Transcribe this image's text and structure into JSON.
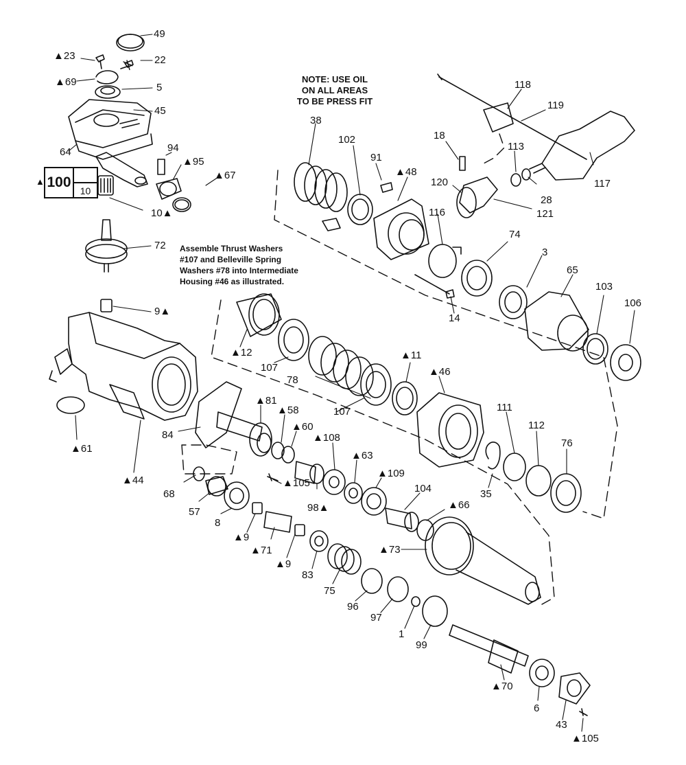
{
  "note": [
    "NOTE: USE OIL",
    "ON ALL AREAS",
    "TO BE PRESS FIT"
  ],
  "instruction": [
    "Assemble Thrust Washers",
    "#107 and Belleville Spring",
    "Washers #78 into Intermediate",
    "Housing #46 as illustrated."
  ],
  "kit": {
    "main": "100",
    "sub": "10",
    "marker": "▲"
  },
  "parts": [
    {
      "key": "49",
      "text": "49"
    },
    {
      "key": "23",
      "text": "▲23"
    },
    {
      "key": "22",
      "text": "22"
    },
    {
      "key": "69",
      "text": "▲69"
    },
    {
      "key": "5",
      "text": "5"
    },
    {
      "key": "45",
      "text": "45"
    },
    {
      "key": "64",
      "text": "64"
    },
    {
      "key": "94",
      "text": "94"
    },
    {
      "key": "95",
      "text": "▲95"
    },
    {
      "key": "67",
      "text": "▲67"
    },
    {
      "key": "10",
      "text": "10▲"
    },
    {
      "key": "72",
      "text": "72"
    },
    {
      "key": "9a",
      "text": "9▲"
    },
    {
      "key": "61",
      "text": "▲61"
    },
    {
      "key": "44",
      "text": "▲44"
    },
    {
      "key": "38",
      "text": "38"
    },
    {
      "key": "102",
      "text": "102"
    },
    {
      "key": "91",
      "text": "91"
    },
    {
      "key": "48",
      "text": "▲48"
    },
    {
      "key": "18",
      "text": "18"
    },
    {
      "key": "118",
      "text": "118"
    },
    {
      "key": "119",
      "text": "119"
    },
    {
      "key": "113",
      "text": "113"
    },
    {
      "key": "117",
      "text": "117"
    },
    {
      "key": "28",
      "text": "28"
    },
    {
      "key": "120",
      "text": "120"
    },
    {
      "key": "121",
      "text": "121"
    },
    {
      "key": "116",
      "text": "116"
    },
    {
      "key": "74",
      "text": "74"
    },
    {
      "key": "3",
      "text": "3"
    },
    {
      "key": "65",
      "text": "65"
    },
    {
      "key": "103",
      "text": "103"
    },
    {
      "key": "106",
      "text": "106"
    },
    {
      "key": "14",
      "text": "14"
    },
    {
      "key": "12",
      "text": "▲12"
    },
    {
      "key": "107a",
      "text": "107"
    },
    {
      "key": "78",
      "text": "78"
    },
    {
      "key": "107b",
      "text": "107"
    },
    {
      "key": "11",
      "text": "▲11"
    },
    {
      "key": "46",
      "text": "▲46"
    },
    {
      "key": "81",
      "text": "▲81"
    },
    {
      "key": "58",
      "text": "▲58"
    },
    {
      "key": "60",
      "text": "▲60"
    },
    {
      "key": "84",
      "text": "84"
    },
    {
      "key": "108",
      "text": "▲108"
    },
    {
      "key": "63",
      "text": "▲63"
    },
    {
      "key": "109",
      "text": "▲109"
    },
    {
      "key": "111",
      "text": "111"
    },
    {
      "key": "112",
      "text": "112"
    },
    {
      "key": "76",
      "text": "76"
    },
    {
      "key": "35",
      "text": "35"
    },
    {
      "key": "104",
      "text": "104"
    },
    {
      "key": "66",
      "text": "▲66"
    },
    {
      "key": "68",
      "text": "68"
    },
    {
      "key": "57",
      "text": "57"
    },
    {
      "key": "8",
      "text": "8"
    },
    {
      "key": "105a",
      "text": "▲105"
    },
    {
      "key": "98",
      "text": "98▲"
    },
    {
      "key": "9b",
      "text": "▲9"
    },
    {
      "key": "71",
      "text": "▲71"
    },
    {
      "key": "9c",
      "text": "▲9"
    },
    {
      "key": "73",
      "text": "▲73"
    },
    {
      "key": "83",
      "text": "83"
    },
    {
      "key": "75",
      "text": "75"
    },
    {
      "key": "96",
      "text": "96"
    },
    {
      "key": "97",
      "text": "97"
    },
    {
      "key": "1",
      "text": "1"
    },
    {
      "key": "99",
      "text": "99"
    },
    {
      "key": "70",
      "text": "▲70"
    },
    {
      "key": "6",
      "text": "6"
    },
    {
      "key": "43",
      "text": "43"
    },
    {
      "key": "105b",
      "text": "▲105"
    }
  ]
}
